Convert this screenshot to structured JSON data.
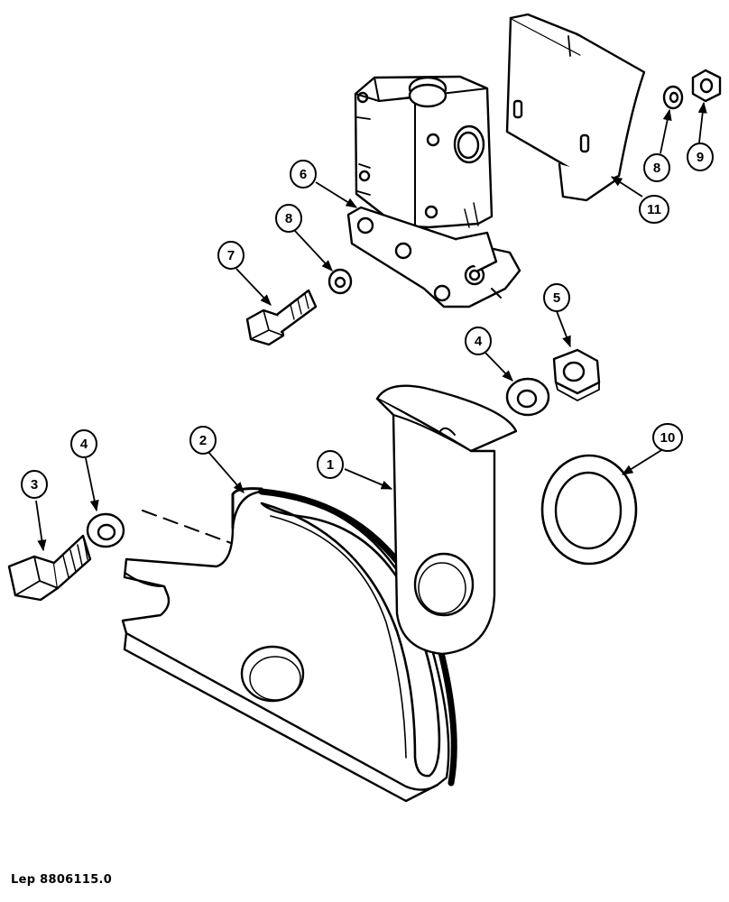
{
  "diagram": {
    "reference": "Lep 8806115.0",
    "callouts": [
      {
        "id": "c1",
        "label": "1"
      },
      {
        "id": "c2",
        "label": "2"
      },
      {
        "id": "c3",
        "label": "3"
      },
      {
        "id": "c4a",
        "label": "4"
      },
      {
        "id": "c4b",
        "label": "4"
      },
      {
        "id": "c5",
        "label": "5"
      },
      {
        "id": "c6",
        "label": "6"
      },
      {
        "id": "c7",
        "label": "7"
      },
      {
        "id": "c8a",
        "label": "8"
      },
      {
        "id": "c8b",
        "label": "8"
      },
      {
        "id": "c9",
        "label": "9"
      },
      {
        "id": "c10",
        "label": "10"
      },
      {
        "id": "c11",
        "label": "11"
      }
    ],
    "parts": [
      {
        "name": "bracket-plate",
        "callout": "2"
      },
      {
        "name": "bolt",
        "callout": "3"
      },
      {
        "name": "washer",
        "callout": "4"
      },
      {
        "name": "arm-bracket",
        "callout": "1"
      },
      {
        "name": "nut",
        "callout": "5"
      },
      {
        "name": "switch-assembly",
        "callout": "6"
      },
      {
        "name": "bolt",
        "callout": "7"
      },
      {
        "name": "washer",
        "callout": "8"
      },
      {
        "name": "nut",
        "callout": "9"
      },
      {
        "name": "washer",
        "callout": "10"
      },
      {
        "name": "cover-plate",
        "callout": "11"
      }
    ]
  }
}
